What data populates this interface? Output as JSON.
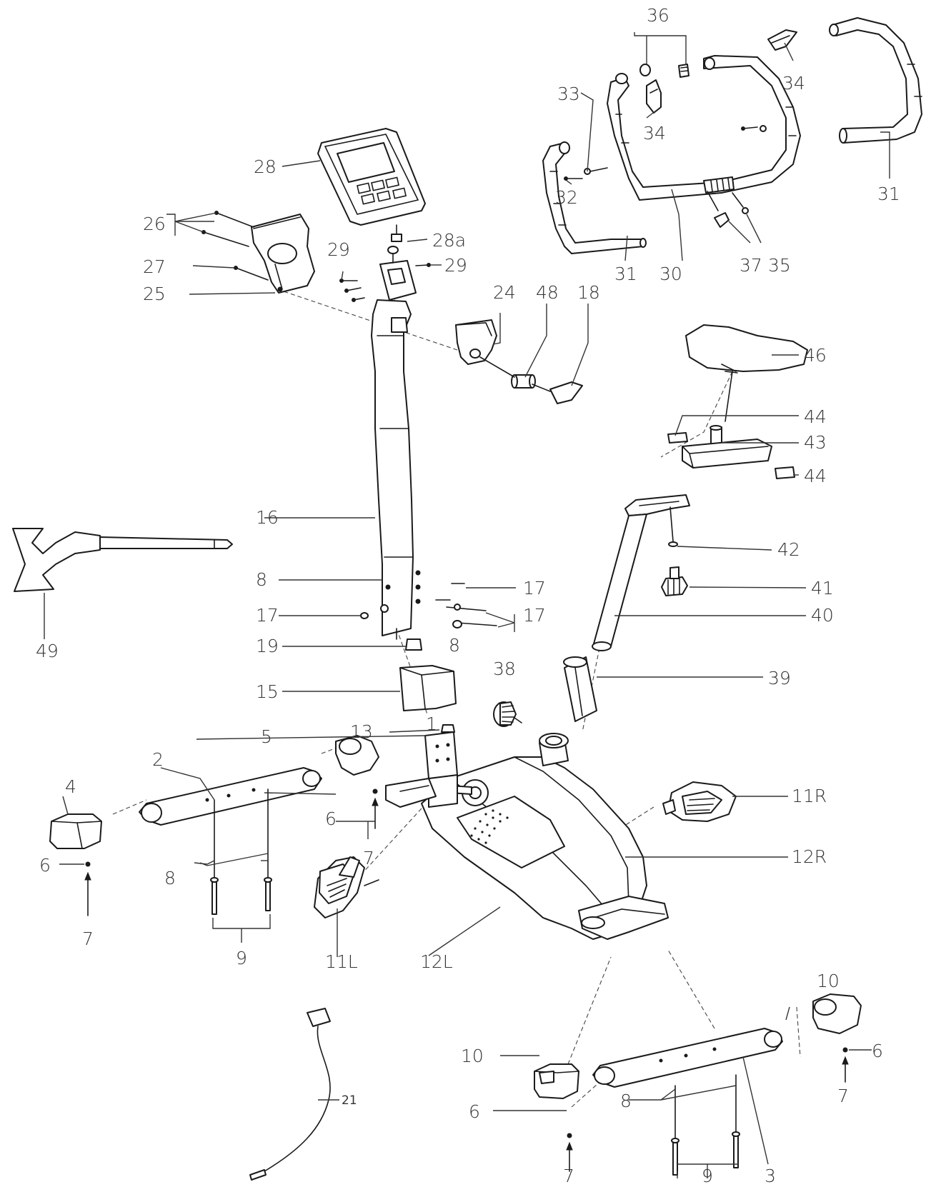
{
  "callouts": {
    "c1": "1",
    "c2": "2",
    "c3": "3",
    "c4": "4",
    "c5": "5",
    "c6a": "6",
    "c6b": "6",
    "c6c": "6",
    "c6d": "6",
    "c7a": "7",
    "c7b": "7",
    "c7c": "7",
    "c7d": "7",
    "c8a": "8",
    "c8b": "8",
    "c8c": "8",
    "c8d": "8",
    "c9a": "9",
    "c9b": "9",
    "c10a": "10",
    "c10b": "10",
    "c11L": "11L",
    "c11R": "11R",
    "c12L": "12L",
    "c12R": "12R",
    "c13": "13",
    "c15": "15",
    "c16": "16",
    "c17a": "17",
    "c17b": "17",
    "c17c": "17",
    "c18": "18",
    "c19": "19",
    "c21": "21",
    "c24": "24",
    "c25": "25",
    "c26": "26",
    "c27": "27",
    "c28": "28",
    "c28a": "28a",
    "c29a": "29",
    "c29b": "29",
    "c30": "30",
    "c31a": "31",
    "c31b": "31",
    "c32": "32",
    "c33": "33",
    "c34a": "34",
    "c34b": "34",
    "c35": "35",
    "c36": "36",
    "c37": "37",
    "c38": "38",
    "c39": "39",
    "c40": "40",
    "c41": "41",
    "c42": "42",
    "c43": "43",
    "c44a": "44",
    "c44b": "44",
    "c46": "46",
    "c48": "48",
    "c49": "49"
  }
}
